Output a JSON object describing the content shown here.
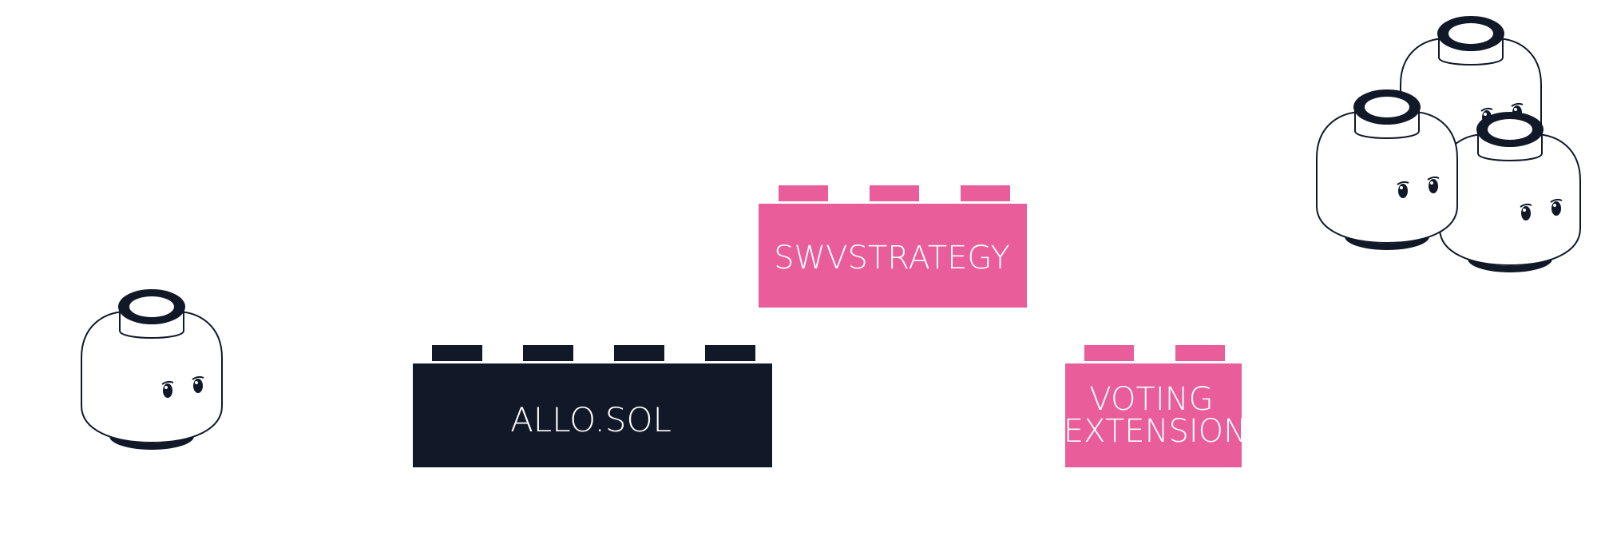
{
  "colors": {
    "navy": "#111827",
    "pink": "#e95d9a",
    "white": "#ffffff",
    "background": "#ffffff"
  },
  "bricks": {
    "allo": {
      "label": "ALLO.SOL",
      "color": "navy",
      "studs": 4
    },
    "swv": {
      "label": "SWVSTRATEGY",
      "color": "pink",
      "studs": 3
    },
    "voting": {
      "label_line1": "VOTING",
      "label_line2": "EXTENSION",
      "color": "pink",
      "studs": 2
    }
  },
  "characters": {
    "single": {
      "icon": "minifig-head-icon",
      "count": 1
    },
    "group": {
      "icon": "minifig-head-icon",
      "count": 3
    }
  }
}
